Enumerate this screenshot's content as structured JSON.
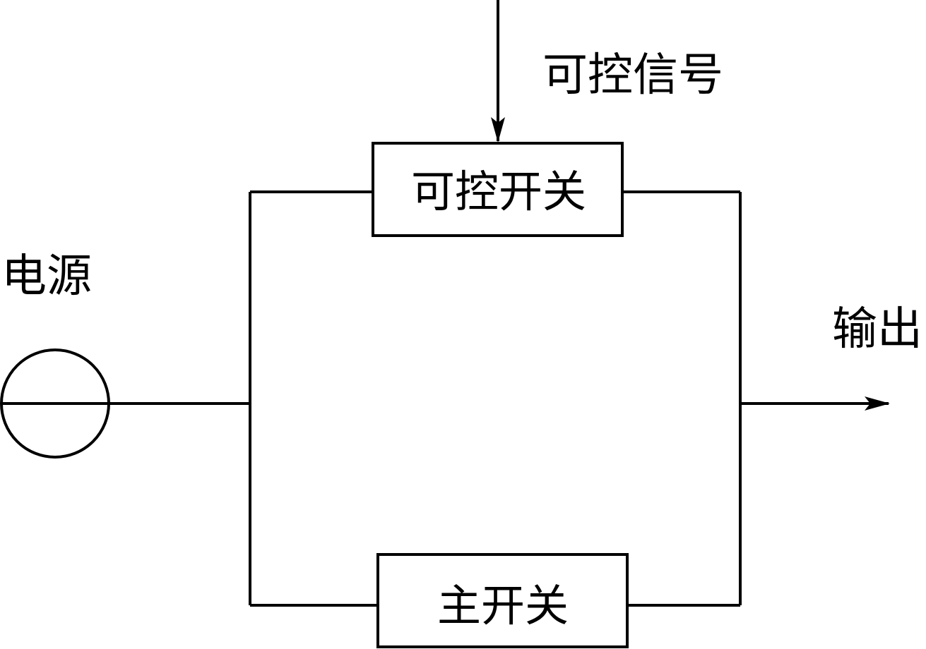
{
  "labels": {
    "power_source": "电源",
    "control_signal": "可控信号",
    "output": "输出",
    "controllable_switch": "可控开关",
    "main_switch": "主开关"
  },
  "style": {
    "line_color": "#000000",
    "background": "#ffffff"
  }
}
